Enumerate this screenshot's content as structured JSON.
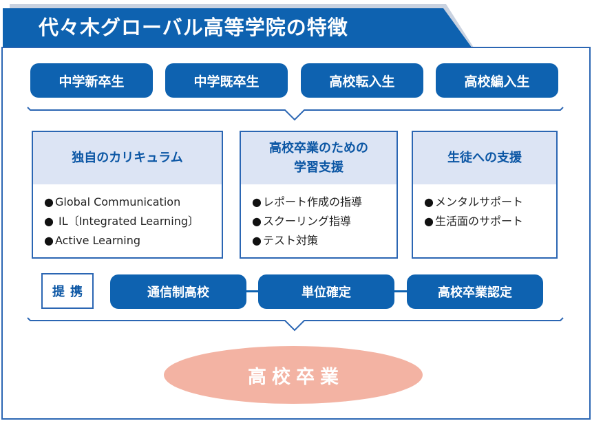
{
  "title": "代々木グローバル高等学院の特徴",
  "entry_types": [
    "中学新卒生",
    "中学既卒生",
    "高校転入生",
    "高校編入生"
  ],
  "features": [
    {
      "heading": [
        "独自のカリキュラム"
      ],
      "items": [
        "Global Communication",
        " IL〔Integrated Learning〕",
        "Active Learning"
      ]
    },
    {
      "heading": [
        "高校卒業のための",
        "学習支援"
      ],
      "items": [
        "レポート作成の指導",
        "スクーリング指導",
        "テスト対策"
      ]
    },
    {
      "heading": [
        "生徒への支援"
      ],
      "items": [
        "メンタルサポート",
        "生活面のサポート"
      ]
    }
  ],
  "partnership": {
    "label": "提携",
    "steps": [
      "通信制高校",
      "単位確定",
      "高校卒業認定"
    ]
  },
  "goal": "高校卒業",
  "colors": {
    "primary_blue": "#0e62b0",
    "border_blue": "#2b66b3",
    "header_light_blue": "#dce4f4",
    "oval_salmon": "#f3b3a3",
    "title_band_grey": "#c9d2e0"
  }
}
